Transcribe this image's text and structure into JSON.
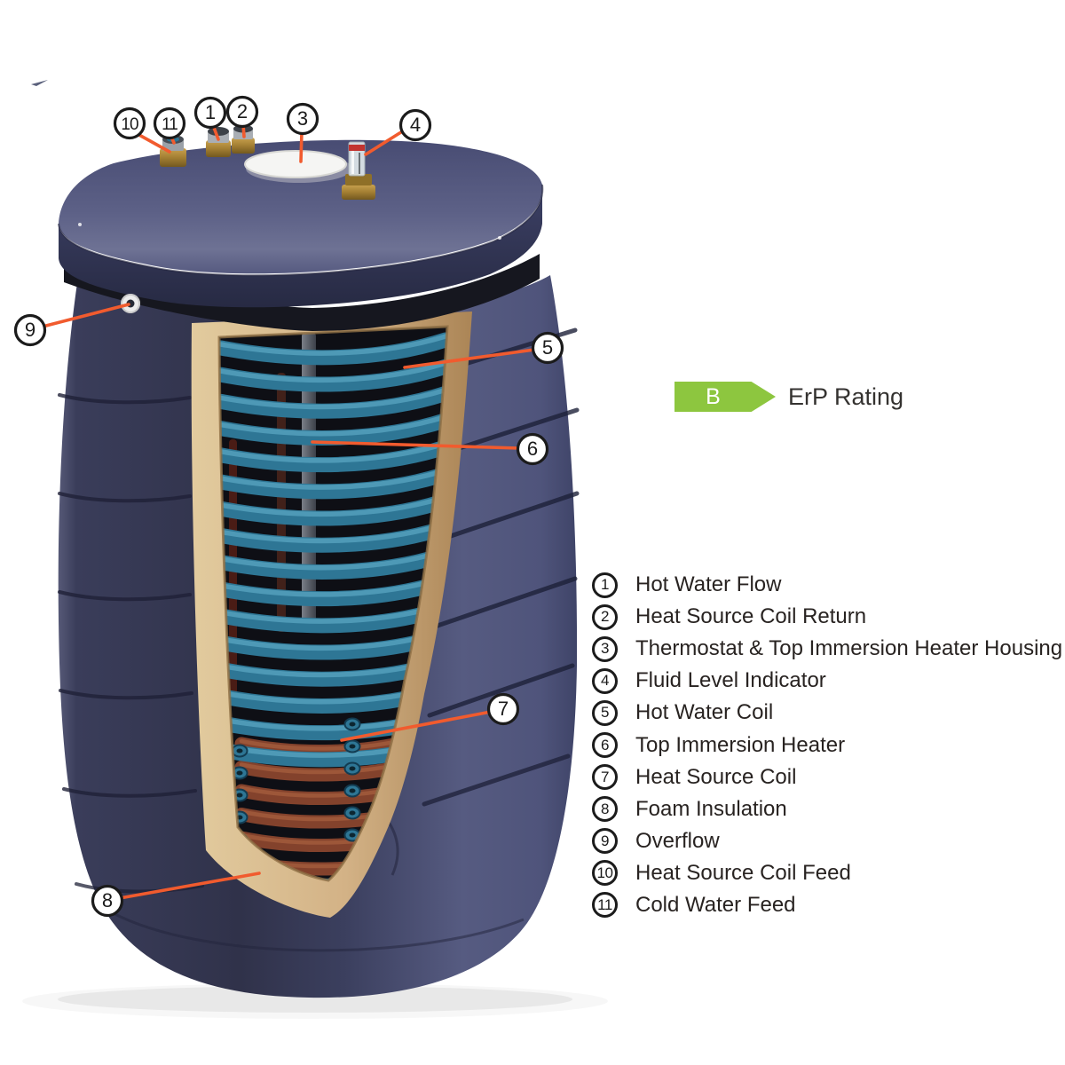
{
  "erp": {
    "grade": "B",
    "label": "ErP Rating"
  },
  "legend": {
    "items": [
      {
        "num": "1",
        "label": "Hot Water Flow"
      },
      {
        "num": "2",
        "label": "Heat Source Coil Return"
      },
      {
        "num": "3",
        "label": "Thermostat & Top Immersion Heater Housing"
      },
      {
        "num": "4",
        "label": "Fluid Level Indicator"
      },
      {
        "num": "5",
        "label": "Hot Water Coil"
      },
      {
        "num": "6",
        "label": "Top Immersion Heater"
      },
      {
        "num": "7",
        "label": "Heat Source Coil"
      },
      {
        "num": "8",
        "label": "Foam Insulation"
      },
      {
        "num": "9",
        "label": "Overflow"
      },
      {
        "num": "10",
        "label": "Heat Source Coil Feed"
      },
      {
        "num": "11",
        "label": "Cold Water Feed"
      }
    ]
  },
  "callouts": {
    "numbers": [
      "1",
      "2",
      "3",
      "4",
      "5",
      "6",
      "7",
      "8",
      "9",
      "10",
      "11"
    ]
  },
  "colors": {
    "leader_line_orange": "#f15b2e",
    "erp_badge_green": "#8dc63f",
    "tank_navy": "#343752",
    "hot_water_coil_teal": "#2e7695",
    "heat_source_coil_copper": "#83422c",
    "foam_insulation_tan": "#d9bd8f"
  }
}
